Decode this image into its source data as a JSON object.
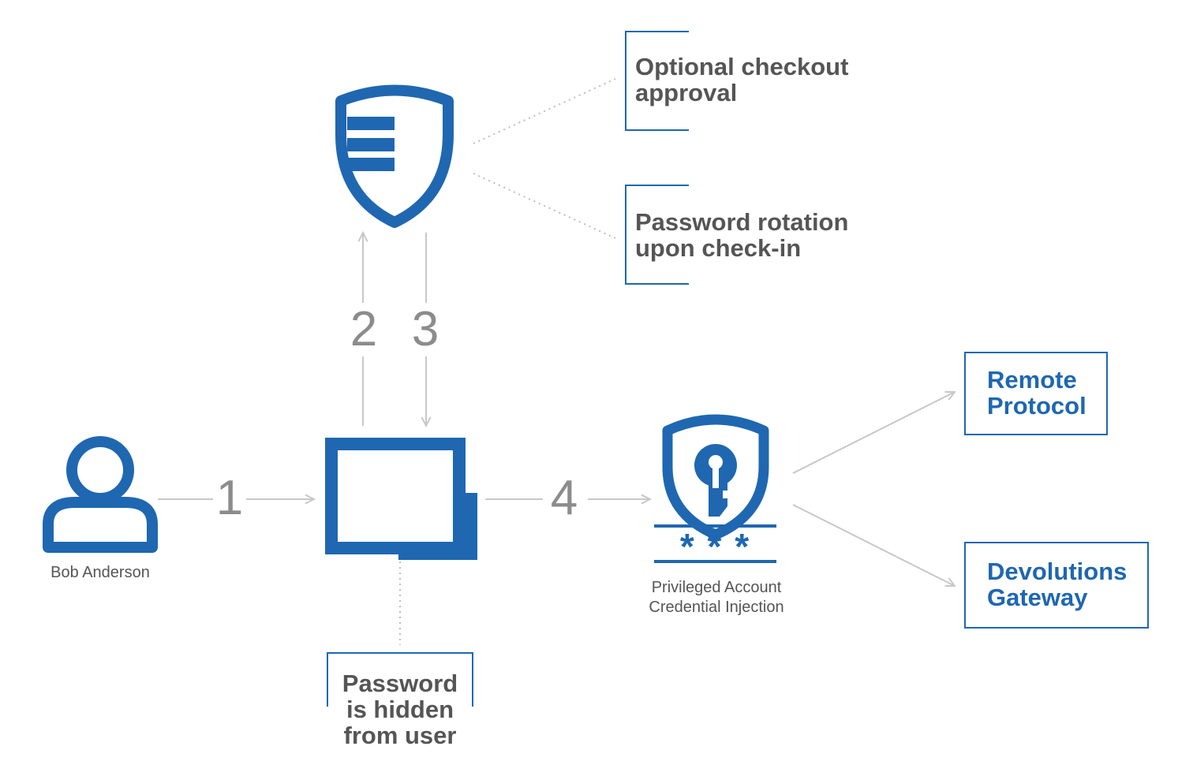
{
  "colors": {
    "brand_blue": "#1f67b1",
    "arrow_gray": "#c8c8c8",
    "number_gray": "#8c8c8c",
    "text_gray": "#555555"
  },
  "user": {
    "name": "Bob Anderson",
    "icon": "user-icon"
  },
  "vault": {
    "icon": "devolutions-shield-icon"
  },
  "client": {
    "icon": "application-window-icon"
  },
  "injection": {
    "icon": "shield-key-icon",
    "label_line1": "Privileged Account",
    "label_line2": "Credential Injection",
    "masked_password": "* * *"
  },
  "steps": [
    "1",
    "2",
    "3",
    "4"
  ],
  "notes": {
    "checkout": {
      "line1": "Optional checkout",
      "line2": "approval"
    },
    "rotation": {
      "line1": "Password rotation",
      "line2": "upon check-in"
    },
    "hidden": {
      "line1": "Password",
      "line2": "is hidden",
      "line3": "from user"
    }
  },
  "targets": {
    "remote": {
      "line1": "Remote",
      "line2": "Protocol"
    },
    "gateway": {
      "line1": "Devolutions",
      "line2": "Gateway"
    }
  }
}
